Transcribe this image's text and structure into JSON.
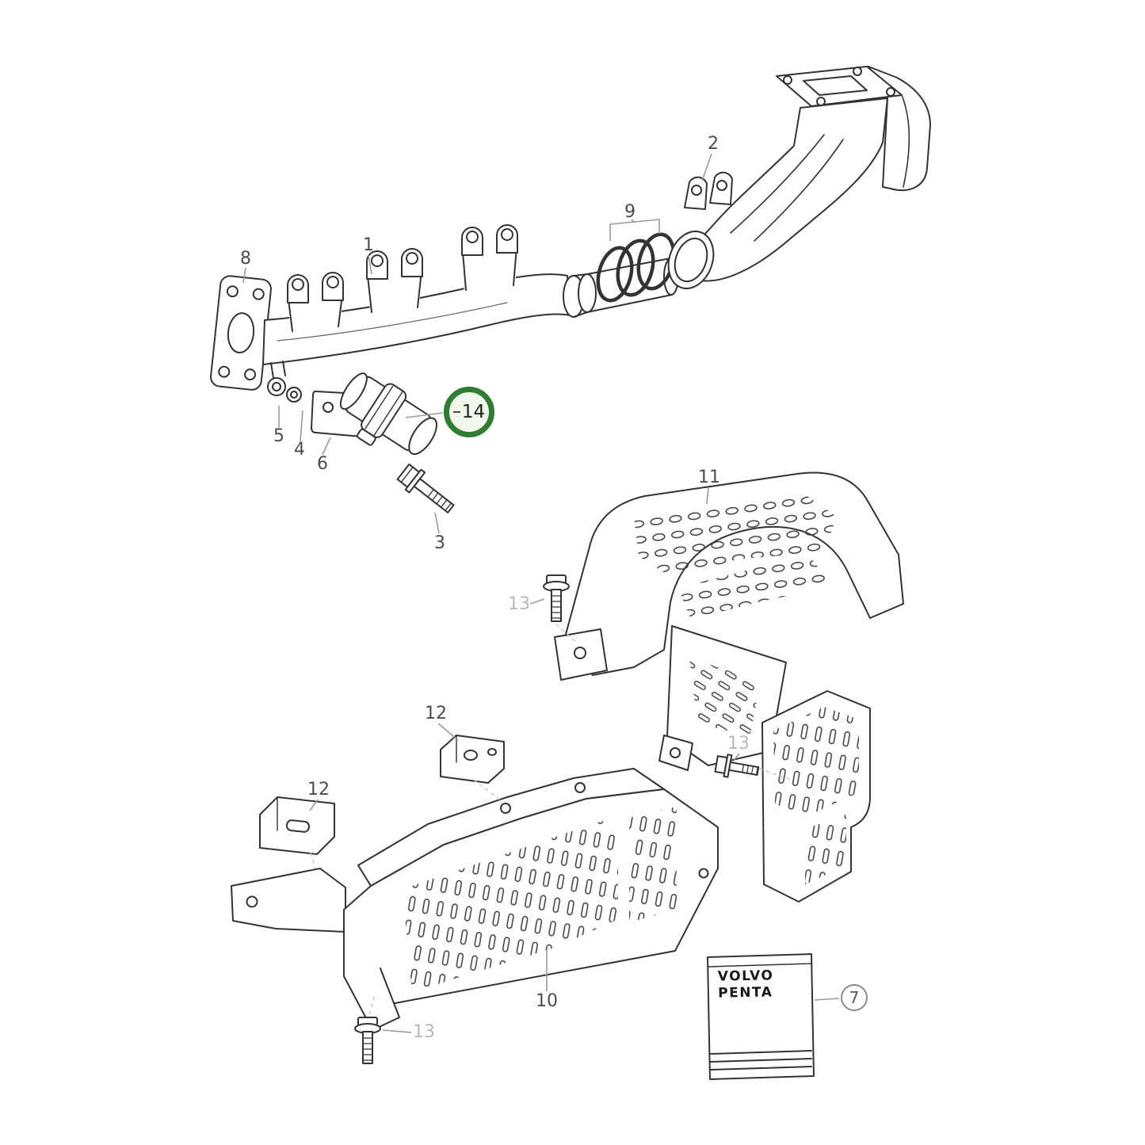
{
  "diagram": {
    "background_color": "#ffffff",
    "line_color": "#333333",
    "label_color": "#4d4d4d",
    "muted_label_color": "#b8b8b8",
    "highlight": {
      "part": "14",
      "ring_color": "#2e7d32",
      "fill_color": "#f2f7ee"
    },
    "brand_box": {
      "line1": "VOLVO",
      "line2": "PENTA"
    },
    "labels": [
      {
        "part": "8"
      },
      {
        "part": "1"
      },
      {
        "part": "2"
      },
      {
        "part": "9"
      },
      {
        "part": "5"
      },
      {
        "part": "4"
      },
      {
        "part": "6"
      },
      {
        "part": "14"
      },
      {
        "part": "3"
      },
      {
        "part": "11"
      },
      {
        "part": "13"
      },
      {
        "part": "12"
      },
      {
        "part": "12"
      },
      {
        "part": "13"
      },
      {
        "part": "10"
      },
      {
        "part": "13"
      },
      {
        "part": "7"
      }
    ]
  }
}
